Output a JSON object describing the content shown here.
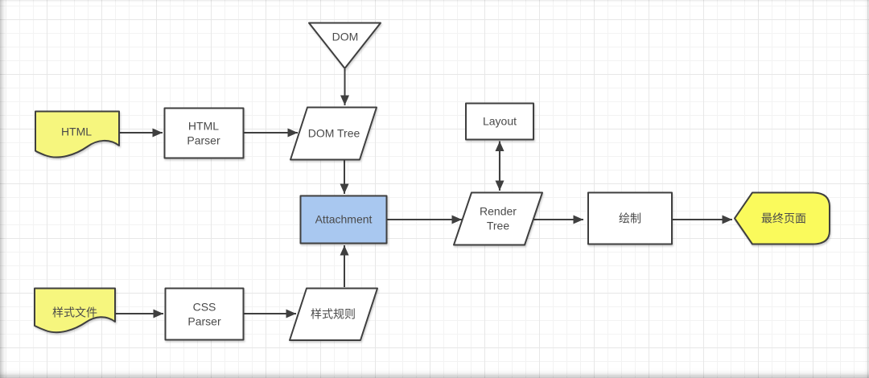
{
  "colors": {
    "node_yellow": "#F6F67E",
    "final_yellow": "#FAFA5C",
    "node_blue": "#A9C8F0",
    "stroke": "#3F3F3F",
    "label": "#4A4A4A",
    "grid_minor": "#F3F3F3",
    "grid_major": "#E7E7E7"
  },
  "nodes": {
    "dom": {
      "label": "DOM",
      "shape": "inverted-triangle",
      "fill": "white"
    },
    "html_doc": {
      "label": "HTML",
      "shape": "document",
      "fill": "yellow"
    },
    "html_parser": {
      "label": "HTML\nParser",
      "shape": "process",
      "fill": "white"
    },
    "dom_tree": {
      "label": "DOM Tree",
      "shape": "parallelogram",
      "fill": "white"
    },
    "layout": {
      "label": "Layout",
      "shape": "process",
      "fill": "white"
    },
    "attachment": {
      "label": "Attachment",
      "shape": "process",
      "fill": "blue"
    },
    "render_tree": {
      "label": "Render\nTree",
      "shape": "parallelogram",
      "fill": "white"
    },
    "paint": {
      "label": "绘制",
      "shape": "process",
      "fill": "white"
    },
    "final_page": {
      "label": "最终页面",
      "shape": "display",
      "fill": "yellow"
    },
    "style_doc": {
      "label": "样式文件",
      "shape": "document",
      "fill": "yellow"
    },
    "css_parser": {
      "label": "CSS\nParser",
      "shape": "process",
      "fill": "white"
    },
    "style_rules": {
      "label": "样式规则",
      "shape": "parallelogram",
      "fill": "white"
    }
  },
  "edges": [
    {
      "from": "dom",
      "to": "dom_tree",
      "bidirectional": false
    },
    {
      "from": "html_doc",
      "to": "html_parser",
      "bidirectional": false
    },
    {
      "from": "html_parser",
      "to": "dom_tree",
      "bidirectional": false
    },
    {
      "from": "dom_tree",
      "to": "attachment",
      "bidirectional": false
    },
    {
      "from": "style_doc",
      "to": "css_parser",
      "bidirectional": false
    },
    {
      "from": "css_parser",
      "to": "style_rules",
      "bidirectional": false
    },
    {
      "from": "style_rules",
      "to": "attachment",
      "bidirectional": false
    },
    {
      "from": "attachment",
      "to": "render_tree",
      "bidirectional": false
    },
    {
      "from": "layout",
      "to": "render_tree",
      "bidirectional": true
    },
    {
      "from": "render_tree",
      "to": "paint",
      "bidirectional": false
    },
    {
      "from": "paint",
      "to": "final_page",
      "bidirectional": false
    }
  ]
}
